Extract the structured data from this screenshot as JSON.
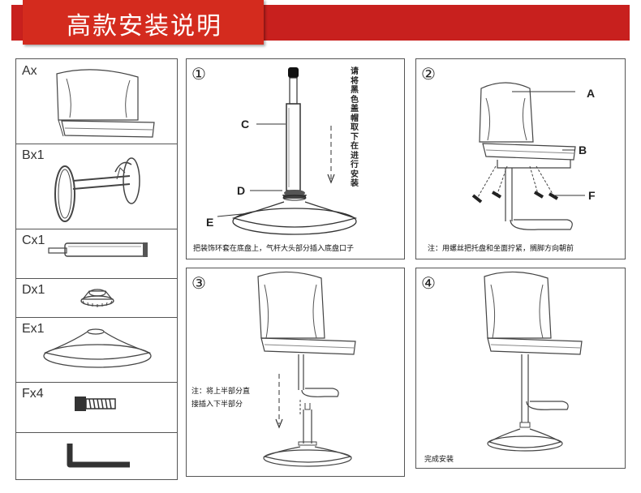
{
  "header": {
    "title": "高款安装说明"
  },
  "parts": [
    {
      "label": "Ax"
    },
    {
      "label": "Bx1"
    },
    {
      "label": "Cx1"
    },
    {
      "label": "Dx1"
    },
    {
      "label": "Ex1"
    },
    {
      "label": "Fx4"
    },
    {
      "label": ""
    }
  ],
  "steps": {
    "step1": {
      "number": "①",
      "vertical_note": "请将黑色盖帽取下在进行安装",
      "labels": {
        "c": "C",
        "d": "D",
        "e": "E"
      },
      "caption": "把装饰环套在底盘上，气杆大头部分插入底盘口子"
    },
    "step2": {
      "number": "②",
      "labels": {
        "a": "A",
        "b": "B",
        "f": "F"
      },
      "caption": "注：用螺丝把托盘和坐面拧紧，搁脚方向朝前"
    },
    "step3": {
      "number": "③",
      "caption_line1": "注：将上半部分直",
      "caption_line2": "接插入下半部分"
    },
    "step4": {
      "number": "④",
      "caption": "完成安装"
    }
  }
}
